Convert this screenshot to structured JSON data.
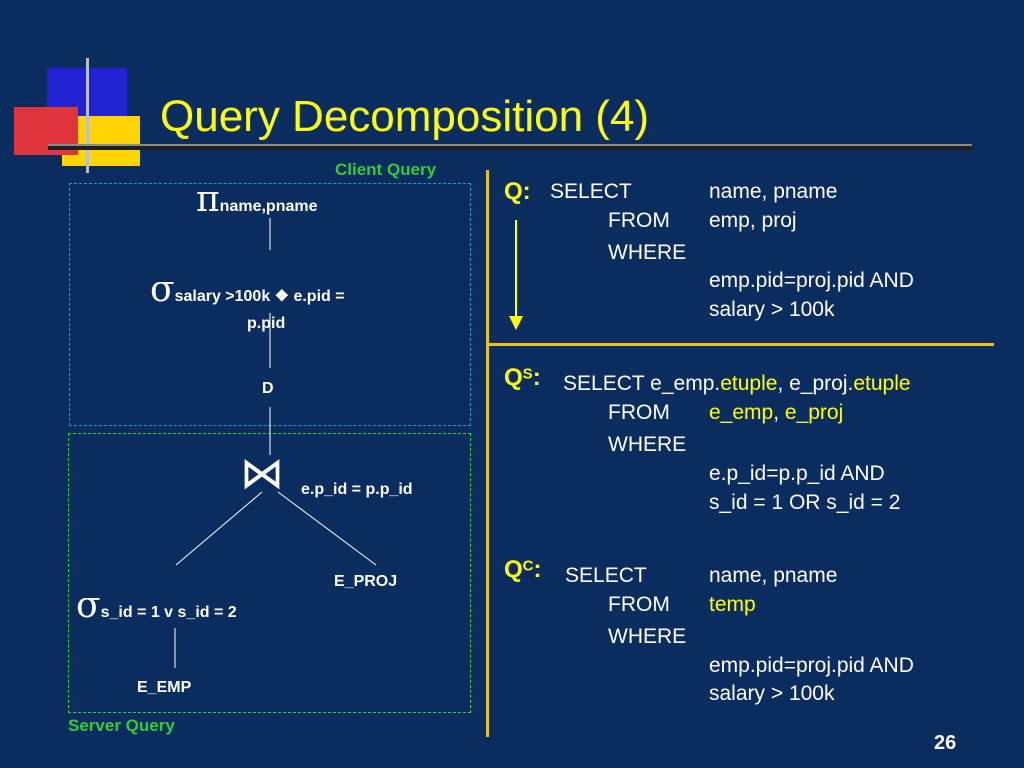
{
  "slide": {
    "title": "Query Decomposition (4)",
    "page_number": "26"
  },
  "labels": {
    "client_query": "Client Query",
    "server_query": "Server Query"
  },
  "tree": {
    "pi_symbol": "π",
    "pi_sub": "name,pname",
    "sigma_symbol": "σ",
    "sigma1_sub": "salary >100k ❖ e.pid =",
    "sigma1_sub2": "p.pid",
    "d_node": "D",
    "join_symbol": "⋈",
    "join_cond": "e.p_id = p.p_id",
    "sigma2_sub": "s_id = 1 v s_id = 2",
    "e_proj": "E_PROJ",
    "e_emp": "E_EMP"
  },
  "query_q": {
    "label": "Q:",
    "select_kw": "SELECT",
    "select_val": "name, pname",
    "from_kw": "FROM",
    "from_val": "emp, proj",
    "where_kw": "WHERE",
    "where_val1": "emp.pid=proj.pid AND",
    "where_val2": "salary > 100k"
  },
  "query_qs": {
    "label": "Q",
    "sup": "S",
    "colon": ":",
    "select_kw": "SELECT",
    "select_p1": "e_emp.",
    "select_p2": "etuple",
    "select_p3": ", e_proj.",
    "select_p4": "etuple",
    "from_kw": "FROM",
    "from_p1": "e_emp",
    "from_p2": ", ",
    "from_p3": "e_proj",
    "where_kw": "WHERE",
    "where_val1": "e.p_id=p.p_id AND",
    "where_val2": "s_id = 1 OR s_id = 2"
  },
  "query_qc": {
    "label": "Q",
    "sup": "C",
    "colon": ":",
    "select_kw": "SELECT",
    "select_val": "name, pname",
    "from_kw": "FROM",
    "from_val": "temp",
    "where_kw": "WHERE",
    "where_val1": "emp.pid=proj.pid AND",
    "where_val2": "salary > 100k"
  },
  "colors": {
    "background": "#0b2c5e",
    "title": "#ffff00",
    "label_green": "#33cc33",
    "divider": "#e6c21a",
    "logo_blue": "#2323d6",
    "logo_red": "#e0343c",
    "logo_yellow": "#ffd400"
  }
}
